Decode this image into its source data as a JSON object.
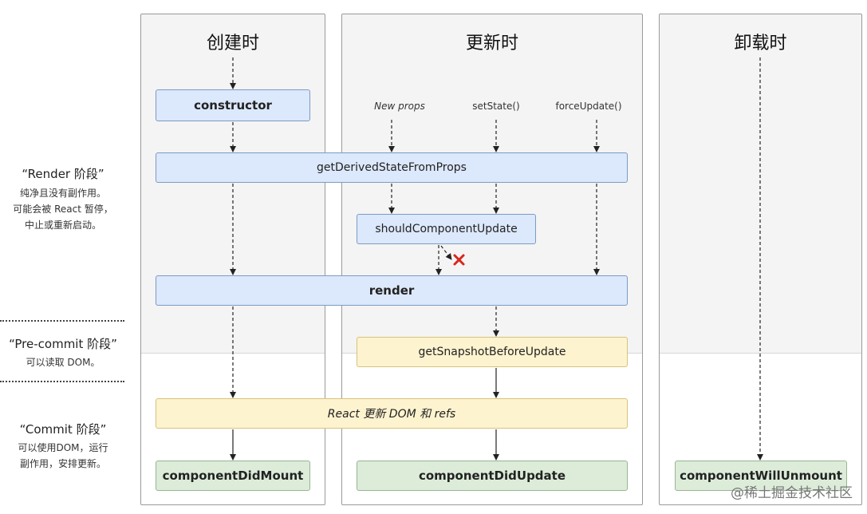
{
  "columns": {
    "mount": "创建时",
    "update": "更新时",
    "unmount": "卸载时"
  },
  "phases": {
    "render": {
      "title": "“Render 阶段”",
      "desc": [
        "纯净且没有副作用。",
        "可能会被 React 暂停，",
        "中止或重新启动。"
      ]
    },
    "precommit": {
      "title": "“Pre-commit 阶段”",
      "desc": [
        "可以读取 DOM。"
      ]
    },
    "commit": {
      "title": "“Commit 阶段”",
      "desc": [
        "可以使用DOM，运行",
        "副作用，安排更新。"
      ]
    }
  },
  "triggers": {
    "new_props": "New props",
    "set_state": "setState()",
    "force_update": "forceUpdate()"
  },
  "methods": {
    "constructor": "constructor",
    "get_derived_state_from_props": "getDerivedStateFromProps",
    "should_component_update": "shouldComponentUpdate",
    "render": "render",
    "get_snapshot_before_update": "getSnapshotBeforeUpdate",
    "react_updates_dom": "React 更新 DOM 和 refs",
    "component_did_mount": "componentDidMount",
    "component_did_update": "componentDidUpdate",
    "component_will_unmount": "componentWillUnmount"
  },
  "watermark": "@稀土掘金技术社区",
  "colors": {
    "render_phase_fill": "#dce8fb",
    "precommit_phase_fill": "#fdf3cf",
    "commit_phase_fill": "#dcecd9",
    "cancel_mark": "#d9261c"
  },
  "icons": {
    "cancel": "red-x-icon"
  }
}
